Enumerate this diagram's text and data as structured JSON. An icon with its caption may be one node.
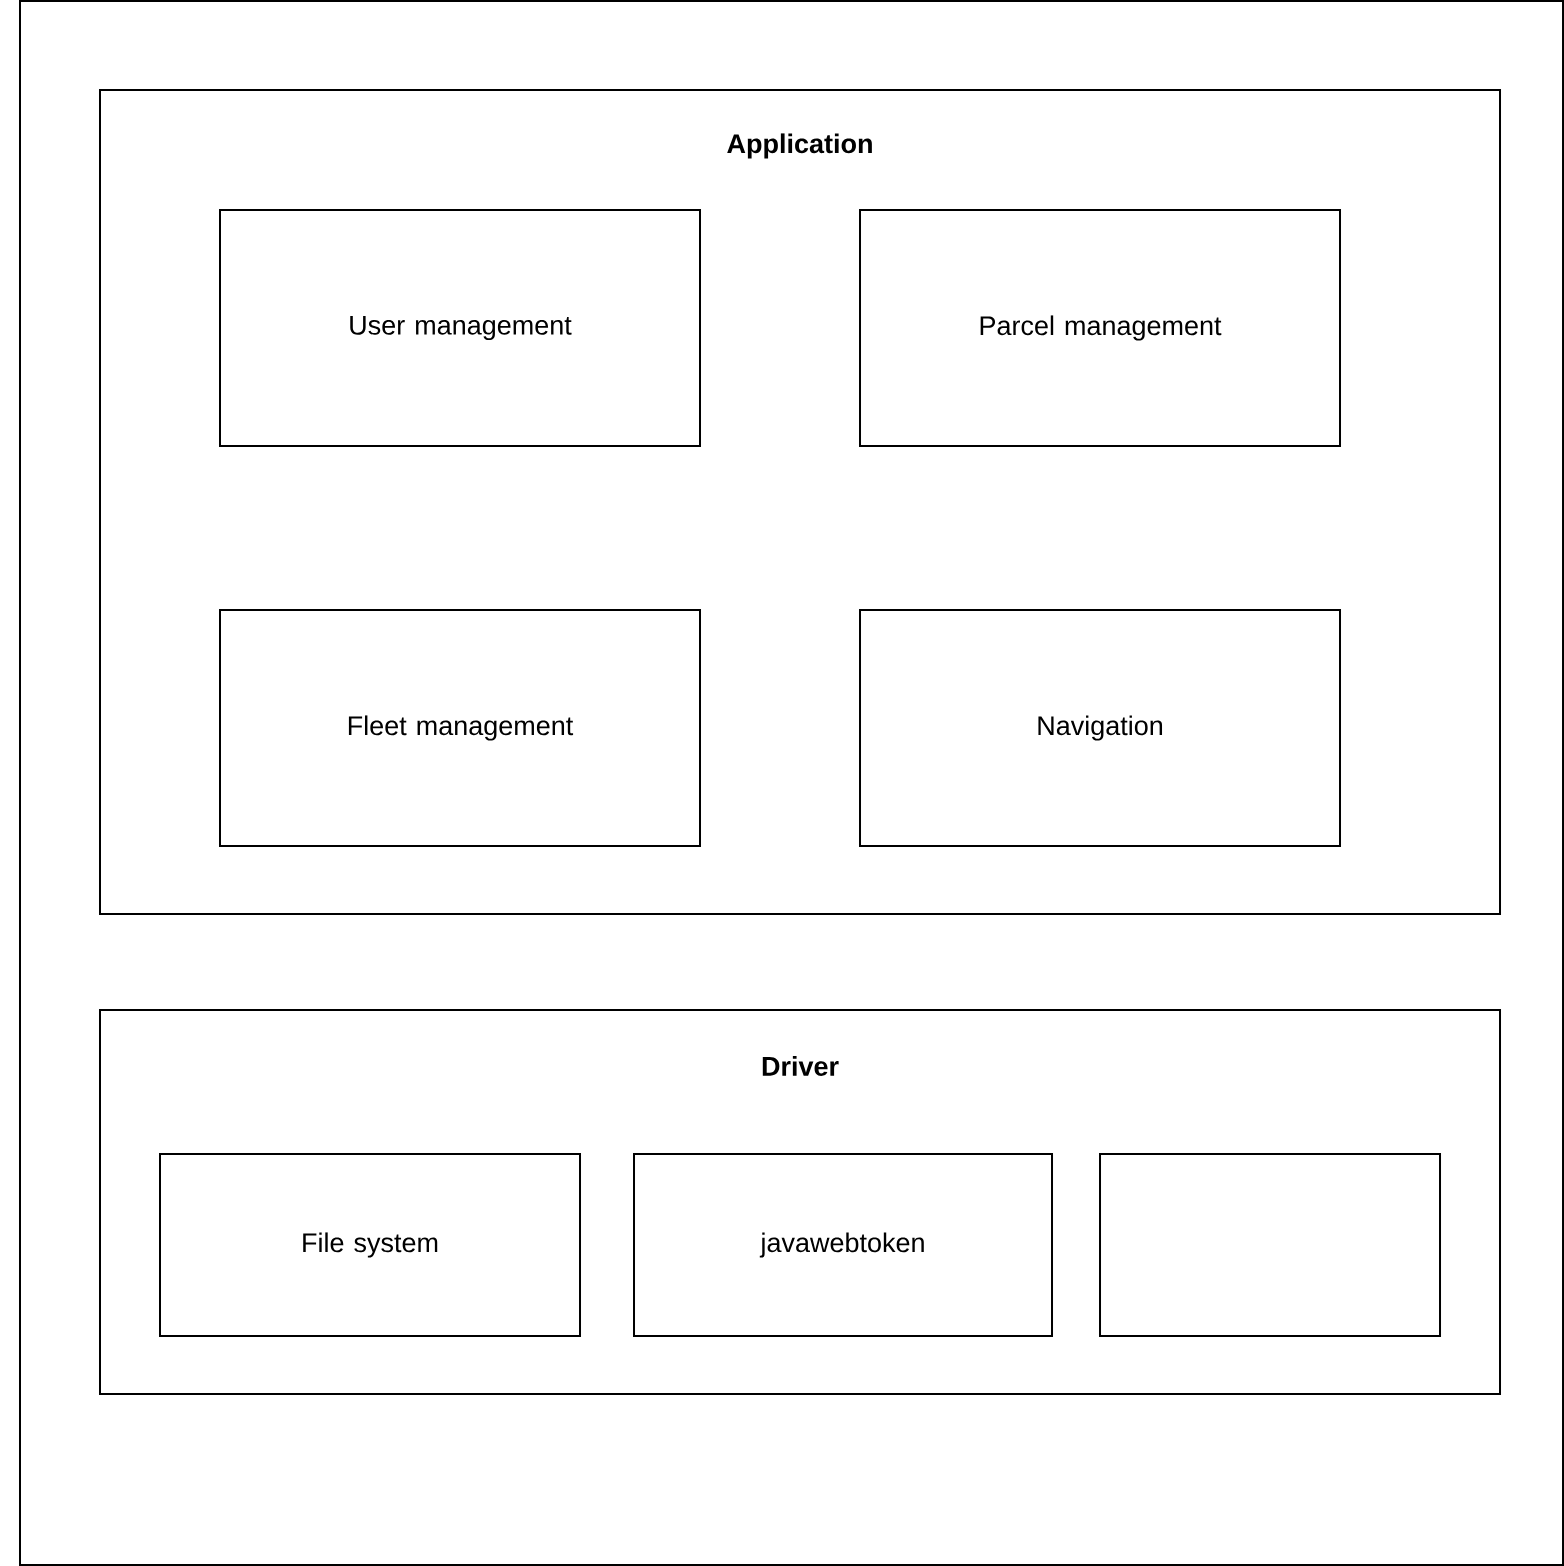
{
  "diagram": {
    "nodes": [
      {
        "text": [
          "Application"
        ]
      },
      {
        "text": [
          "User management"
        ],
        "in": 0
      },
      {
        "text": [
          "Parcel management"
        ],
        "in": 0
      },
      {
        "text": [
          "Fleet management"
        ],
        "in": 0
      },
      {
        "text": [
          "Navigation"
        ],
        "in": 0
      },
      {
        "text": [
          "Driver"
        ]
      },
      {
        "text": [
          "File system"
        ],
        "in": 5
      },
      {
        "text": [
          "javawebtoken"
        ],
        "in": 5
      },
      {
        "text": [],
        "shape": "box",
        "in": 5
      }
    ]
  }
}
